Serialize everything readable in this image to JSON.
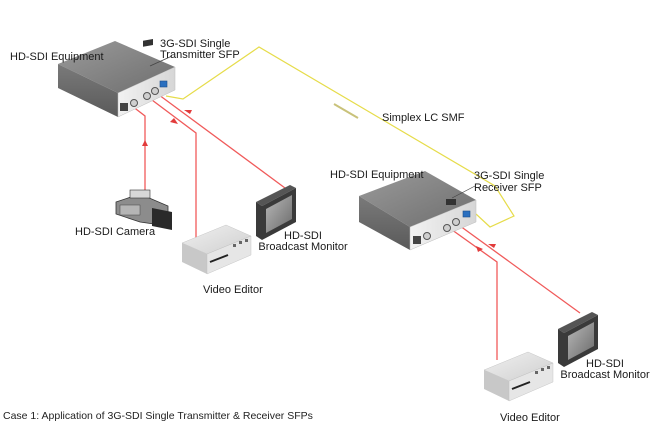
{
  "labels": {
    "tx_equipment": "HD-SDI Equipment",
    "tx_sfp_line1": "3G-SDI Single",
    "tx_sfp_line2": "Transmitter SFP",
    "fiber": "Simplex LC SMF",
    "rx_equipment": "HD-SDI Equipment",
    "rx_sfp_line1": "3G-SDI Single",
    "rx_sfp_line2": "Receiver SFP",
    "camera": "HD-SDI Camera",
    "monitor1_line1": "HD-SDI",
    "monitor1_line2": "Broadcast Monitor",
    "editor1": "Video Editor",
    "monitor2_line1": "HD-SDI",
    "monitor2_line2": "Broadcast Monitor",
    "editor2": "Video Editor"
  },
  "caption": "Case 1: Application of 3G-SDI Single Transmitter & Receiver SFPs",
  "colors": {
    "fiber": "#e6dc4a",
    "coax": "#f05a5a",
    "device_top": "#8a8a8a",
    "device_front": "#e8e8e8",
    "sfp_blue": "#2a6fbf"
  }
}
